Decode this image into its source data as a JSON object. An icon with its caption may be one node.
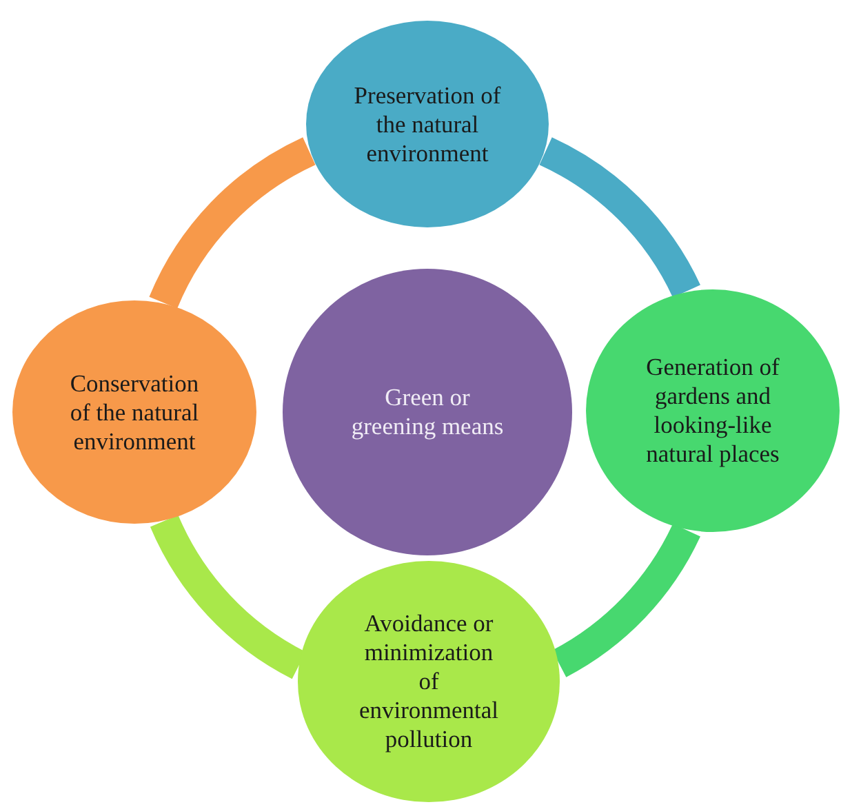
{
  "diagram": {
    "nodes": [
      {
        "text": [
          "Preservation of the natural environment"
        ]
      },
      {
        "text": [
          "Conservation of the natural environment"
        ]
      },
      {
        "text": [
          "Green or greening means"
        ]
      },
      {
        "text": [
          "Generation of gardens and looking-like natural places"
        ]
      },
      {
        "text": [
          "Avoidance or minimization of environmental pollution"
        ]
      }
    ],
    "edges": [
      {
        "from": 0,
        "to": 3,
        "arrow": "none",
        "color": "#4aabc6"
      },
      {
        "from": 3,
        "to": 4,
        "arrow": "none",
        "color": "#47d86f"
      },
      {
        "from": 4,
        "to": 1,
        "arrow": "none",
        "color": "#a9e84a"
      },
      {
        "from": 1,
        "to": 0,
        "arrow": "none",
        "color": "#f7994a"
      }
    ]
  }
}
